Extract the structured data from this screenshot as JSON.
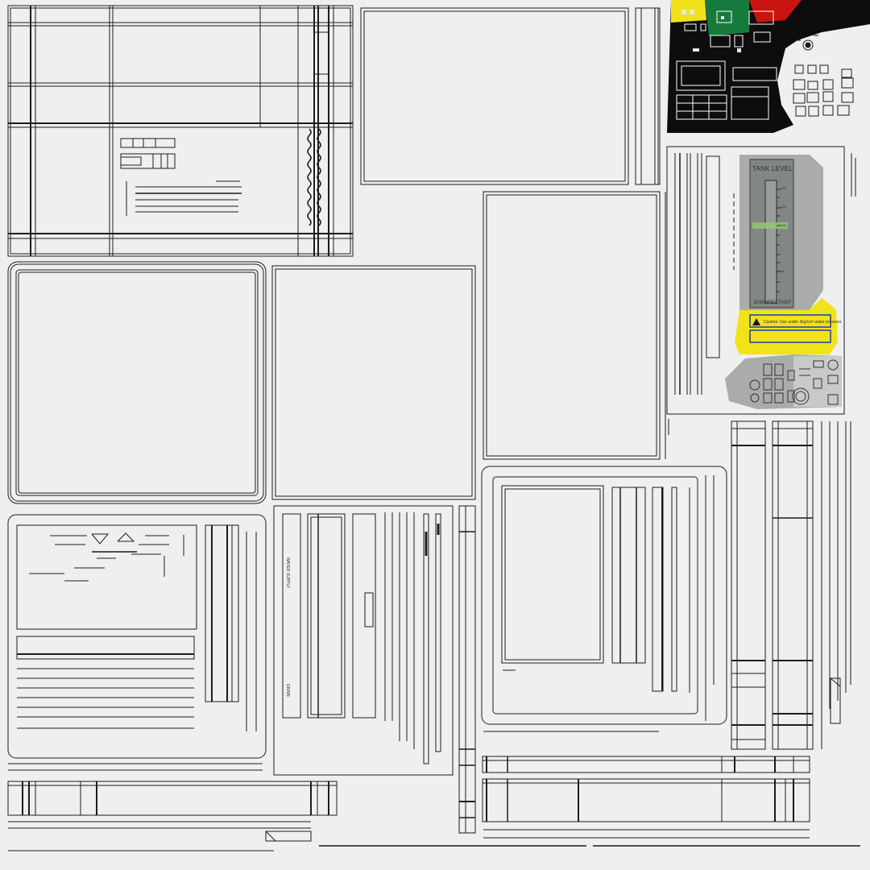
{
  "sheet": {
    "background": "#efefef",
    "line_color": "#1c1c1c"
  },
  "tank_panel": {
    "title": "TANK LEVEL",
    "footer": "DISINFECTANT",
    "scale_marks": [
      "15L",
      "12L",
      "10L",
      "3L"
    ],
    "caution": "Caution: Use under 3kg/cm² water pressure",
    "colors": {
      "gray": "#a9acab",
      "dark_gray": "#828685",
      "yellow": "#f0e31a",
      "green": "#8ec86f",
      "blue": "#1b3fa8"
    }
  },
  "control_labels": {
    "water": "WATER SUPPLY",
    "drain": "DRAIN"
  },
  "decal_colors": {
    "black": "#0d0d0d",
    "yellow": "#f2e01d",
    "green": "#177a3d",
    "red": "#c9140f"
  }
}
